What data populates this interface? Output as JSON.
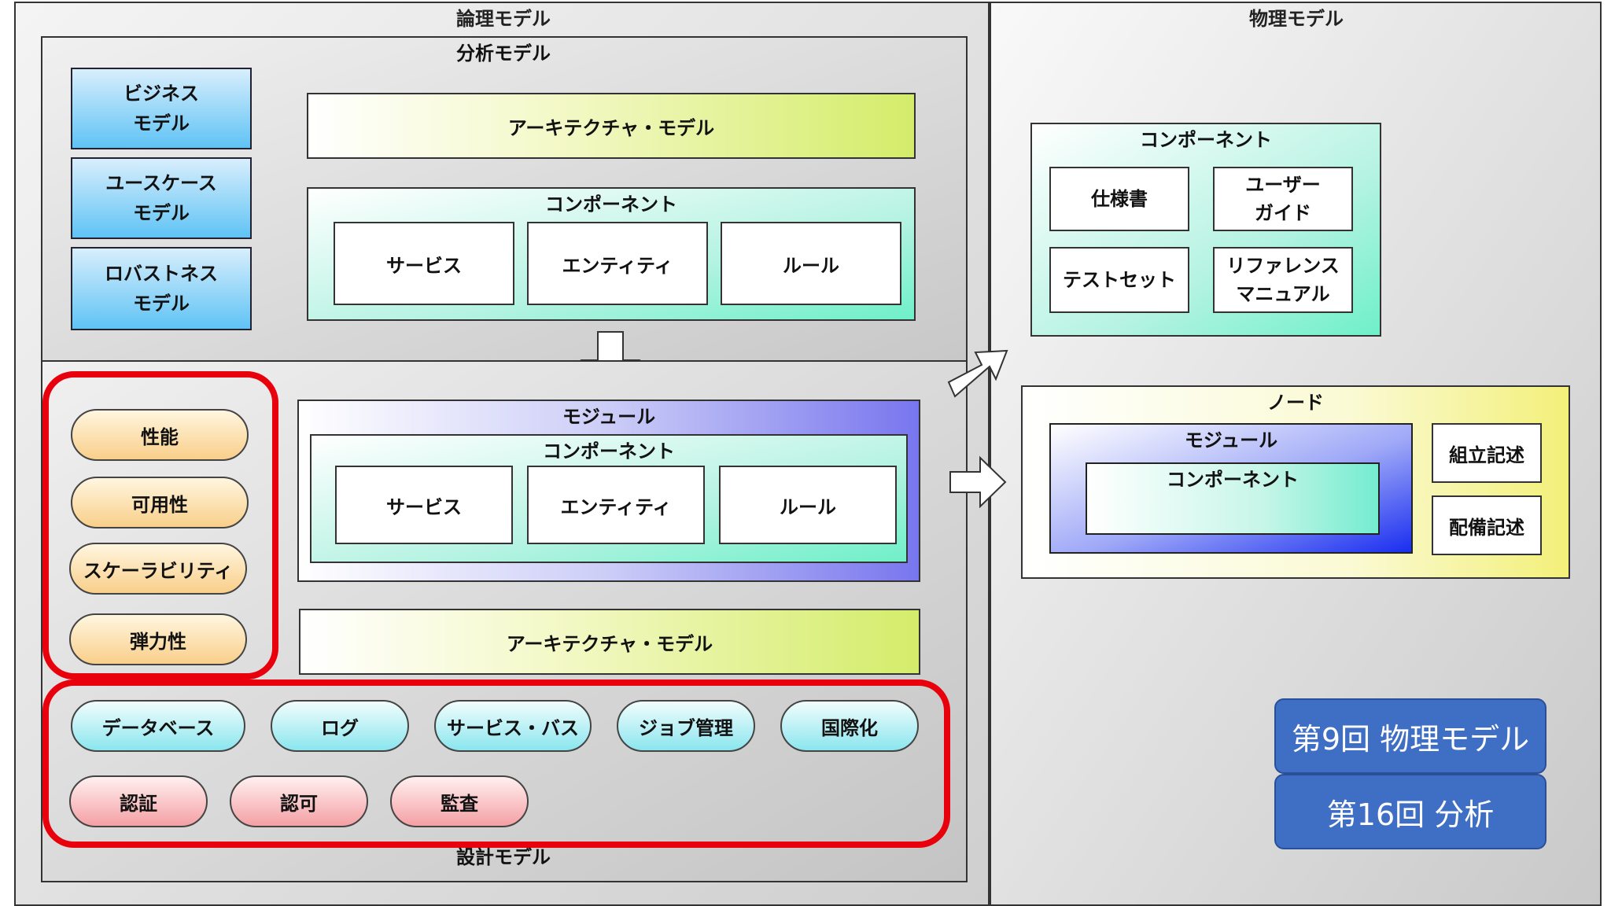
{
  "logical_model": {
    "title": "論理モデル",
    "analysis_model": {
      "title": "分析モデル",
      "models": [
        "ビジネス\nモデル",
        "ユースケース\nモデル",
        "ロバストネス\nモデル"
      ],
      "architecture_model": "アーキテクチャ・モデル",
      "component": {
        "title": "コンポーネント",
        "items": [
          "サービス",
          "エンティティ",
          "ルール"
        ]
      }
    },
    "design_model": {
      "title": "設計モデル",
      "module": {
        "title": "モジュール",
        "component": {
          "title": "コンポーネント",
          "items": [
            "サービス",
            "エンティティ",
            "ルール"
          ]
        }
      },
      "architecture_model": "アーキテクチャ・モデル",
      "quality_attributes": [
        "性能",
        "可用性",
        "スケーラビリティ",
        "弾力性"
      ],
      "infrastructure": [
        "データベース",
        "ログ",
        "サービス・バス",
        "ジョブ管理",
        "国際化"
      ],
      "security": [
        "認証",
        "認可",
        "監査"
      ]
    }
  },
  "physical_model": {
    "title": "物理モデル",
    "component": {
      "title": "コンポーネント",
      "items": [
        "仕様書",
        "ユーザー\nガイド",
        "テストセット",
        "リファレンス\nマニュアル"
      ]
    },
    "node": {
      "title": "ノード",
      "module": {
        "title": "モジュール",
        "component": "コンポーネント"
      },
      "descriptions": [
        "組立記述",
        "配備記述"
      ]
    }
  },
  "buttons": [
    "第9回 物理モデル",
    "第16回 分析"
  ],
  "colors": {
    "highlight": "#e8000c",
    "button": "#3f6fc5"
  },
  "icons": [
    "arrow-down-icon",
    "arrow-right-up-icon",
    "arrow-right-icon"
  ]
}
